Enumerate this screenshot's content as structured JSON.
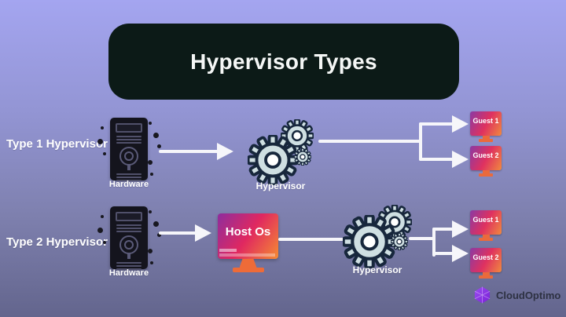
{
  "title": "Hypervisor Types",
  "rows": [
    {
      "label": "Type 1 Hypervisor",
      "hardware_label": "Hardware",
      "hypervisor_label": "Hypervisor",
      "guests": [
        "Guest 1",
        "Guest 2"
      ]
    },
    {
      "label": "Type 2 Hypervisor",
      "hardware_label": "Hardware",
      "host_os_label": "Host Os",
      "hypervisor_label": "Hypervisor",
      "guests": [
        "Guest 1",
        "Guest 2"
      ]
    }
  ],
  "brand": {
    "name": "CloudOptimo"
  },
  "icons": {
    "hardware": "server-tower-icon",
    "hypervisor": "gears-icon",
    "guest": "monitor-icon",
    "host_os": "monitor-icon",
    "connector": "arrow-right-icon",
    "brand": "cloudoptimo-logo-icon"
  },
  "colors": {
    "background_top": "#a4a5f0",
    "background_bottom": "#63658d",
    "title_bg": "#0c1a17",
    "title_text": "#f5f7f6",
    "label_text": "#ffffff",
    "arrow": "#f6f6fa",
    "tower": "#14141d",
    "gear_fill": "#cfdfe2",
    "gear_stroke": "#17273c",
    "monitor_gradient": [
      "#8e2d9e",
      "#e02860",
      "#f58b32"
    ],
    "monitor_stand": "#ee6b38",
    "brand_text": "#2d3142",
    "brand_icon": "#8a2be2"
  }
}
